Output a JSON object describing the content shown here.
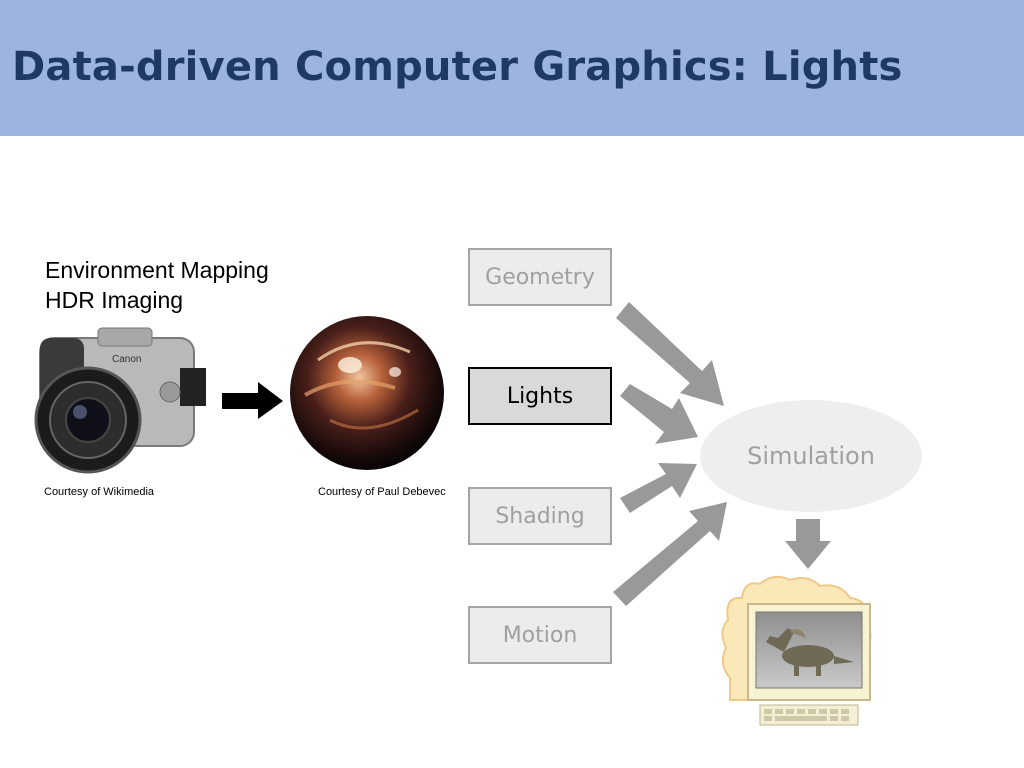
{
  "slide": {
    "title": "Data-driven Computer Graphics: Lights"
  },
  "left_panel": {
    "lines": [
      "Environment Mapping",
      "HDR Imaging"
    ],
    "camera_credit": "Courtesy of Wikimedia",
    "sphere_credit": "Courtesy of Paul Debevec",
    "camera_brand_text": "Canon"
  },
  "pipeline": {
    "inputs": [
      {
        "label": "Geometry",
        "highlighted": false
      },
      {
        "label": "Lights",
        "highlighted": true
      },
      {
        "label": "Shading",
        "highlighted": false
      },
      {
        "label": "Motion",
        "highlighted": false
      }
    ],
    "process": "Simulation"
  },
  "colors": {
    "header_bg": "#9db5de",
    "title": "#1f3864",
    "arrow_gray": "#999999",
    "box_border": "#a6a6a6",
    "box_fill": "#ececec",
    "active_fill": "#d9d9d9",
    "ellipse_fill": "#eeeeee",
    "monitor_glow": "#fbe8b8"
  }
}
